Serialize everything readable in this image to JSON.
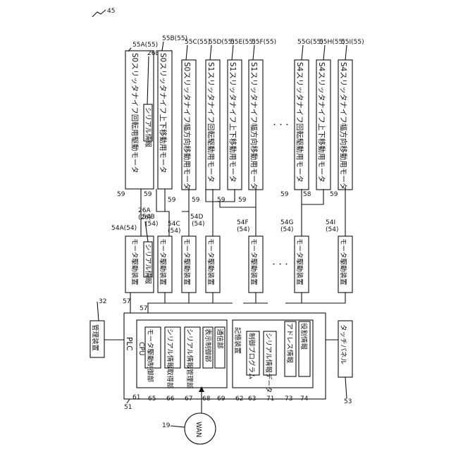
{
  "figure_number": "45",
  "wan": {
    "label": "WAN",
    "ref": "19"
  },
  "management": {
    "label": "管理装置",
    "ref": "32"
  },
  "touch_panel": {
    "label": "タッチパネル",
    "ref": "53"
  },
  "plc": {
    "title": "PLC",
    "ref": "51",
    "cpu": {
      "title": "CPU",
      "ref": "61",
      "modules": [
        {
          "text": "モータ駆動制御部",
          "ref": "65"
        },
        {
          "text": "シリアル情報取得部",
          "ref": "66"
        },
        {
          "text": "シリアル情報管理部",
          "ref": "67"
        },
        {
          "text": "表示制御部",
          "ref": "68"
        },
        {
          "text": "通信部",
          "ref": "69"
        }
      ]
    },
    "storage": {
      "title": "記憶装置",
      "ref": "62",
      "modules": [
        {
          "text": "制御プログラム",
          "ref": "63"
        },
        {
          "text": "シリアル情報データ",
          "ref": "71"
        },
        {
          "text": "アドレス情報",
          "ref": "73"
        },
        {
          "text": "役割情報",
          "ref": "74"
        }
      ]
    }
  },
  "bus_ref": "57",
  "line_ref": "59",
  "sub_line_ref": "58",
  "ellipsis": "・・・",
  "drivers": [
    {
      "label": "モータ駆動装置",
      "ref": "54A(54)",
      "ref2": "26A",
      "ref3": "(26)",
      "serial": "シリアル情報"
    },
    {
      "label": "モータ駆動装置",
      "ref": "54B",
      "ref2": "(54)"
    },
    {
      "label": "モータ駆動装置",
      "ref": "54C",
      "ref2": "(54)"
    },
    {
      "label": "モータ駆動装置",
      "ref": "54D",
      "ref2": "(54)"
    },
    {
      "label": "モータ駆動装置",
      "ref": "54F",
      "ref2": "(54)"
    },
    {
      "label": "モータ駆動装置",
      "ref": "54G",
      "ref2": "(54)"
    },
    {
      "label": "モータ駆動装置",
      "ref": "54I",
      "ref2": "(54)"
    }
  ],
  "motors": [
    {
      "label": "S0スリッタナイフ回転用駆動モータ",
      "ref": "55A(55)",
      "ref2": "26B(26)",
      "serial": "シリアル情報"
    },
    {
      "label": "S0スリッタナイフ上下移動用モータ",
      "ref": "55B(55)"
    },
    {
      "label": "S0スリッタナイフ幅方向移動用モータ",
      "ref": "55C(55)"
    },
    {
      "label": "S1スリッタナイフ回転駆動用モータ",
      "ref": "55D(55)"
    },
    {
      "label": "S1スリッタナイフ上下移動用モータ",
      "ref": "55E(55)"
    },
    {
      "label": "S1スリッタナイフ幅方向移動用モータ",
      "ref": "55F(55)"
    },
    {
      "label": "S4スリッタナイフ回転駆動用モータ",
      "ref": "55G(55)"
    },
    {
      "label": "S4スリッタナイフ上下移動用モータ",
      "ref": "55H(55)"
    },
    {
      "label": "S4スリッタナイフ幅方向移動用モータ",
      "ref": "55I(55)"
    }
  ]
}
